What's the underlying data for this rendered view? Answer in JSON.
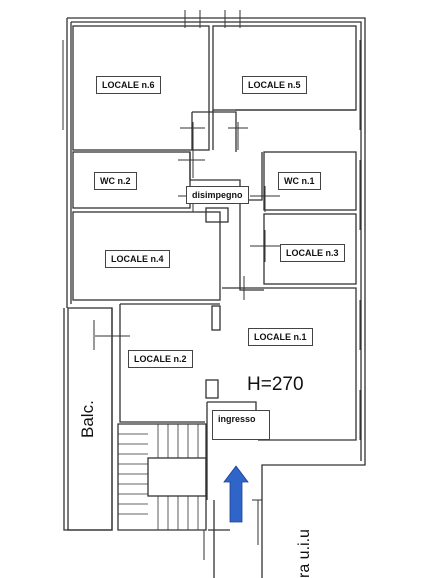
{
  "rooms": {
    "locale6": "LOCALE n.6",
    "locale5": "LOCALE n.5",
    "wc2": "WC n.2",
    "wc1": "WC n.1",
    "disimpegno": "disimpegno",
    "locale4": "LOCALE n.4",
    "locale3": "LOCALE n.3",
    "locale1": "LOCALE n.1",
    "locale2": "LOCALE n.2",
    "ingresso": "ingresso"
  },
  "height_label": "H=270",
  "balcony_label": "Balc.",
  "edge_text": "ra u.i.u",
  "entry_arrow_color": "#2f64c8",
  "wall_color": "#333333"
}
